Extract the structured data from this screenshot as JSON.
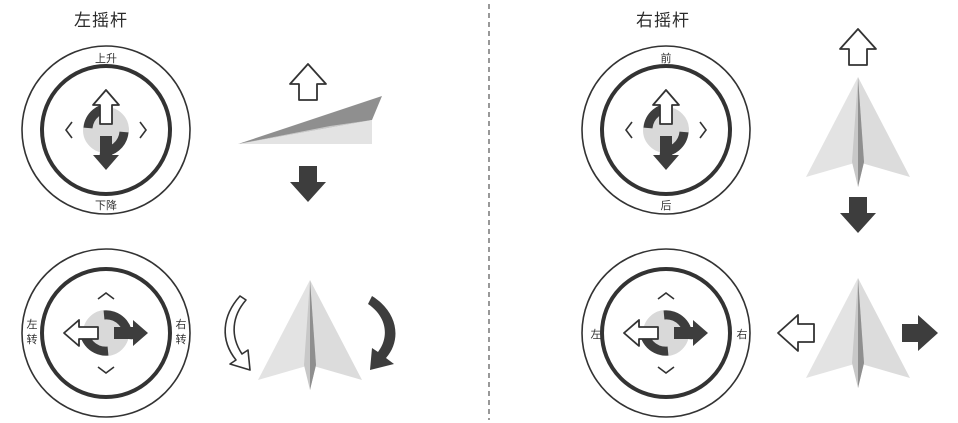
{
  "left_panel": {
    "title": "左摇杆",
    "throttle_stick": {
      "top_label": "上升",
      "bottom_label": "下降"
    },
    "yaw_stick": {
      "left_label_1": "左",
      "left_label_2": "转",
      "right_label_1": "右",
      "right_label_2": "转"
    }
  },
  "right_panel": {
    "title": "右摇杆",
    "pitch_stick": {
      "top_label": "前",
      "bottom_label": "后"
    },
    "roll_stick": {
      "left_label": "左",
      "right_label": "右"
    }
  },
  "colors": {
    "stroke": "#333333",
    "dark_arrow": "#3d3d3d",
    "center_fill": "#d9d9d9",
    "plane_light": "#e3e3e3",
    "plane_mid": "#c8c8c8",
    "plane_dark": "#8f8f8f",
    "divider": "#555555"
  }
}
